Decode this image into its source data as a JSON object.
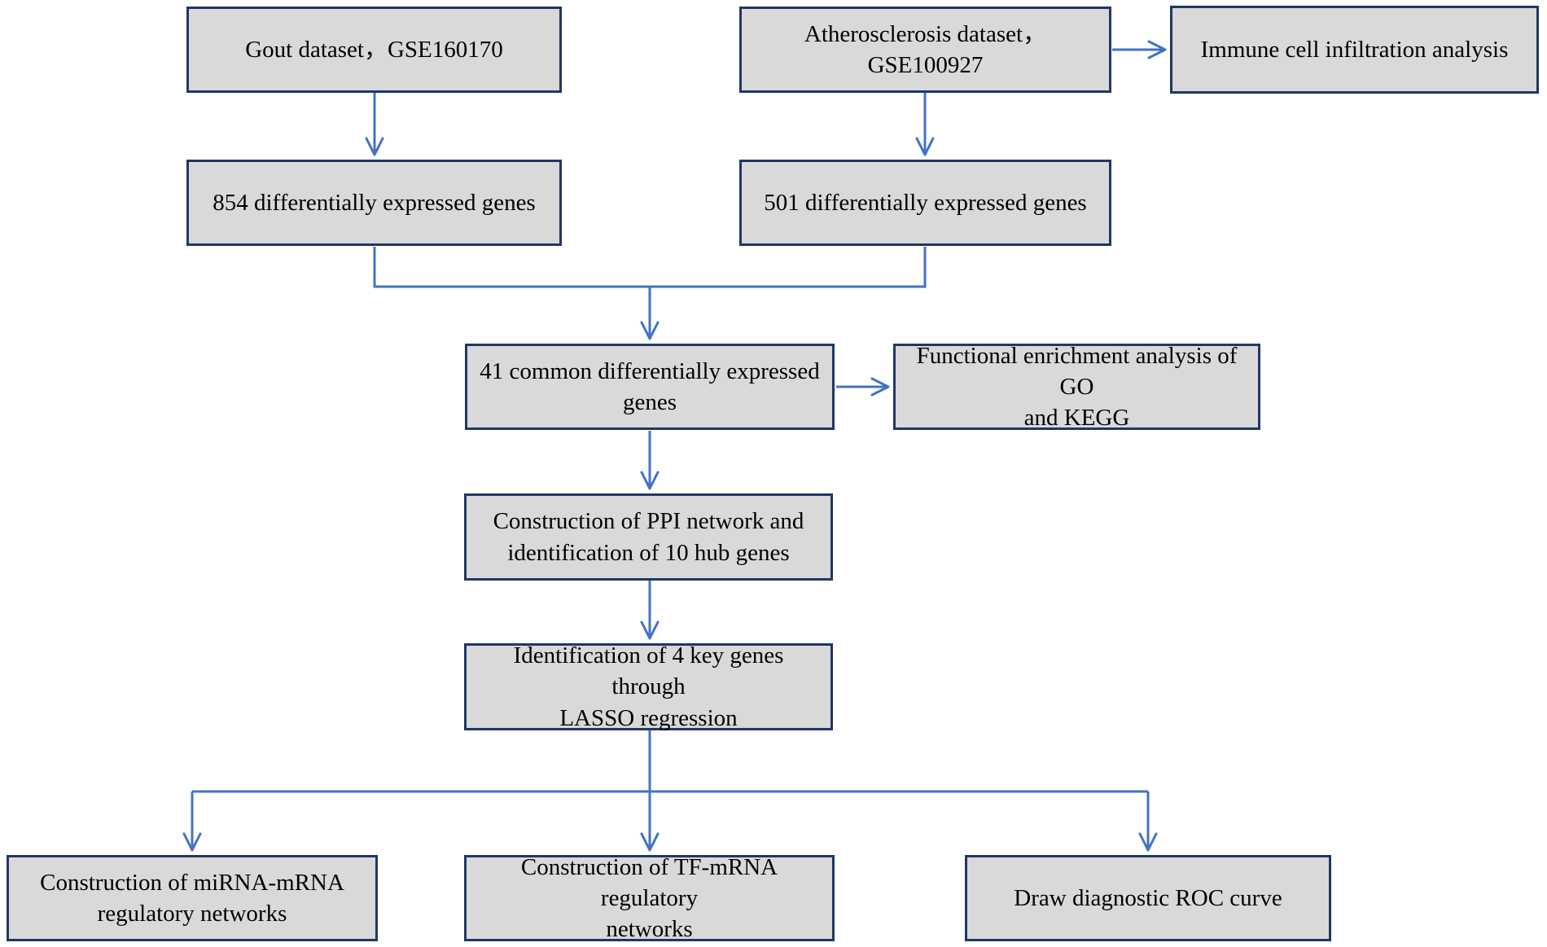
{
  "figure": {
    "type": "flowchart",
    "description": "Bioinformatics study workflow flowchart"
  },
  "colors": {
    "node_fill": "#d9d9d9",
    "node_border": "#1f3864",
    "arrow": "#4472C4",
    "text": "#000000",
    "background": "#ffffff"
  },
  "nodes": [
    {
      "id": "gout-dataset",
      "label": "Gout dataset，GSE160170"
    },
    {
      "id": "atherosclerosis-dataset",
      "label": "Atherosclerosis dataset，GSE100927"
    },
    {
      "id": "immune-infiltration",
      "label": "Immune cell infiltration analysis"
    },
    {
      "id": "gout-degs",
      "label": "854 differentially expressed genes"
    },
    {
      "id": "atherosclerosis-degs",
      "label": "501 differentially expressed genes"
    },
    {
      "id": "common-degs",
      "label": "41 common differentially expressed\ngenes"
    },
    {
      "id": "functional-enrichment",
      "label": "Functional enrichment analysis of GO\nand KEGG"
    },
    {
      "id": "ppi-hub-genes",
      "label": "Construction of PPI network and\nidentification of 10 hub genes"
    },
    {
      "id": "lasso-key-genes",
      "label": "Identification of 4 key genes through\nLASSO regression"
    },
    {
      "id": "mirna-mrna-network",
      "label": "Construction of miRNA-mRNA\nregulatory networks"
    },
    {
      "id": "tf-mrna-network",
      "label": "Construction of TF-mRNA regulatory\nnetworks"
    },
    {
      "id": "roc-curve",
      "label": "Draw diagnostic ROC curve"
    }
  ],
  "edges": [
    {
      "from": "gout-dataset",
      "to": "gout-degs"
    },
    {
      "from": "atherosclerosis-dataset",
      "to": "atherosclerosis-degs"
    },
    {
      "from": "atherosclerosis-dataset",
      "to": "immune-infiltration"
    },
    {
      "from": "gout-degs",
      "to": "common-degs"
    },
    {
      "from": "atherosclerosis-degs",
      "to": "common-degs"
    },
    {
      "from": "common-degs",
      "to": "functional-enrichment"
    },
    {
      "from": "common-degs",
      "to": "ppi-hub-genes"
    },
    {
      "from": "ppi-hub-genes",
      "to": "lasso-key-genes"
    },
    {
      "from": "lasso-key-genes",
      "to": "mirna-mrna-network"
    },
    {
      "from": "lasso-key-genes",
      "to": "tf-mrna-network"
    },
    {
      "from": "lasso-key-genes",
      "to": "roc-curve"
    }
  ]
}
